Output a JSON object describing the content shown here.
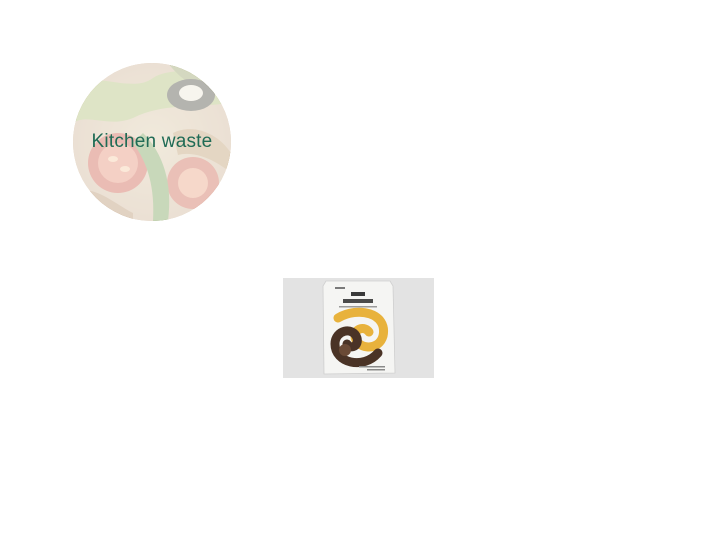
{
  "waste_card": {
    "label": "Kitchen waste",
    "label_color": "#1f6b55",
    "icon": "vegetable-scraps-photo"
  },
  "product_card": {
    "icon": "fertilizer-bag-photo",
    "background_color": "#e3e3e3",
    "accent_color": "#e8b23c",
    "dark_color": "#4a3326"
  }
}
